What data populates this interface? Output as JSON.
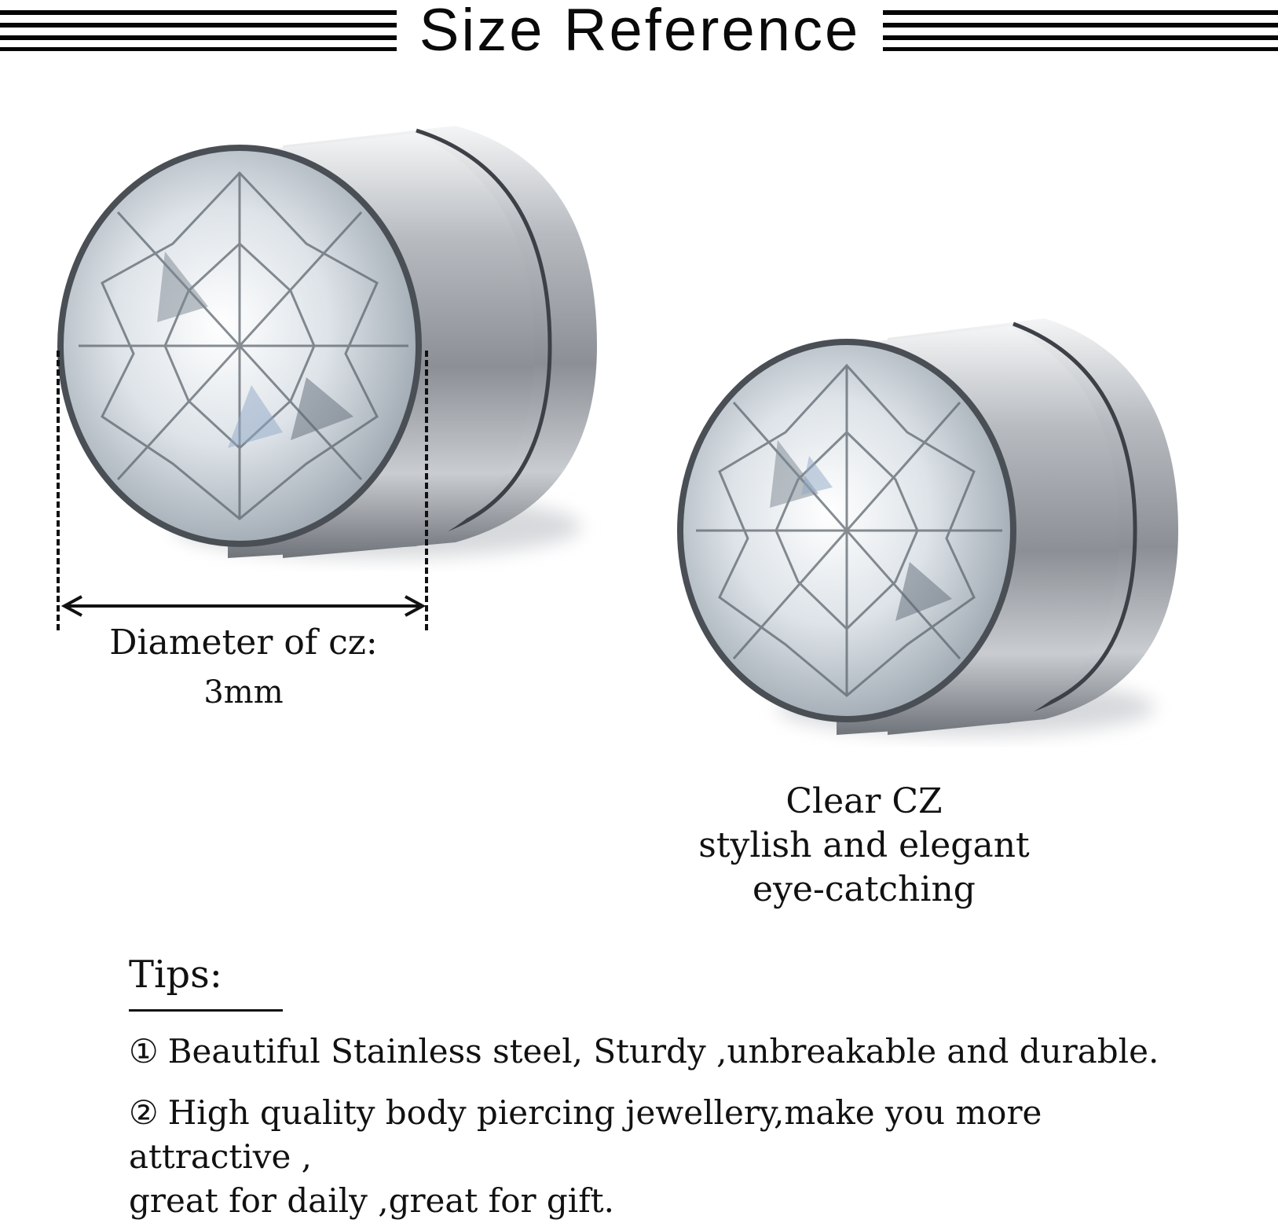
{
  "header": {
    "title": "Size Reference"
  },
  "measurement": {
    "label": "Diameter of cz:",
    "value": "3mm"
  },
  "features": {
    "line1": "Clear CZ",
    "line2": "stylish and elegant",
    "line3": "eye-catching"
  },
  "tips": {
    "heading": "Tips:",
    "items": [
      {
        "number": "①",
        "text": "Beautiful Stainless steel, Sturdy ,unbreakable and durable."
      },
      {
        "number": "②",
        "line1": "High quality body piercing jewellery,make you more attractive ,",
        "line2": "great for daily ,great for gift."
      }
    ]
  },
  "colors": {
    "background": "#ffffff",
    "text": "#111111",
    "steel": "#9a9ea3",
    "gem": "#e9eef2"
  }
}
